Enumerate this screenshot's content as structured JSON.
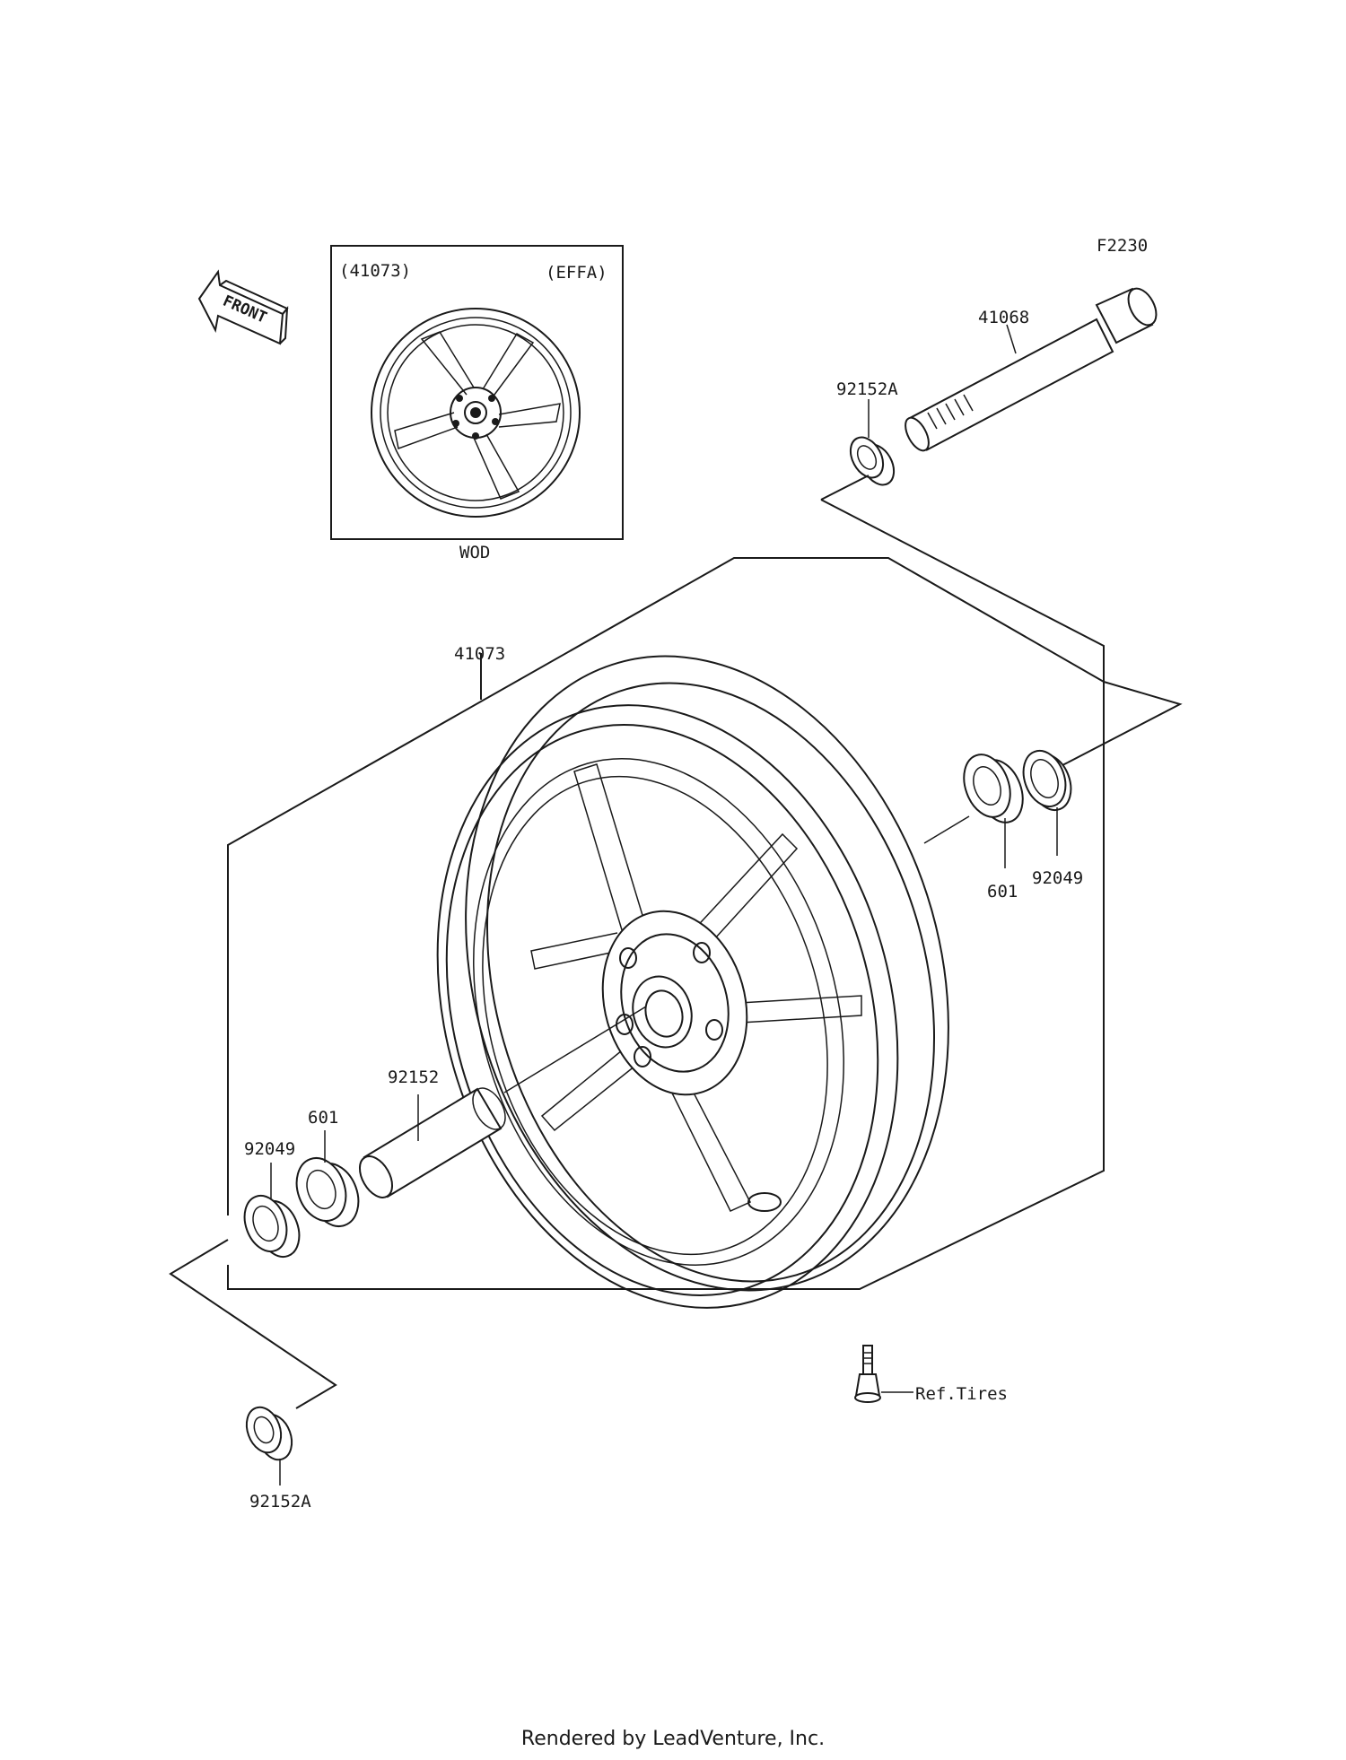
{
  "diagram_code": "F2230",
  "inset": {
    "part_ref": "(41073)",
    "variant_code": "(EFFA)",
    "caption": "WOD"
  },
  "front_indicator": "FRONT",
  "parts": {
    "axle": "41068",
    "collar_right": "92152A",
    "wheel": "41073",
    "bearing_right": "601",
    "seal_right": "92049",
    "spacer": "92152",
    "bearing_left": "601",
    "seal_left": "92049",
    "collar_left": "92152A"
  },
  "valve_reference": "Ref.Tires",
  "footer": "Rendered by LeadVenture, Inc."
}
